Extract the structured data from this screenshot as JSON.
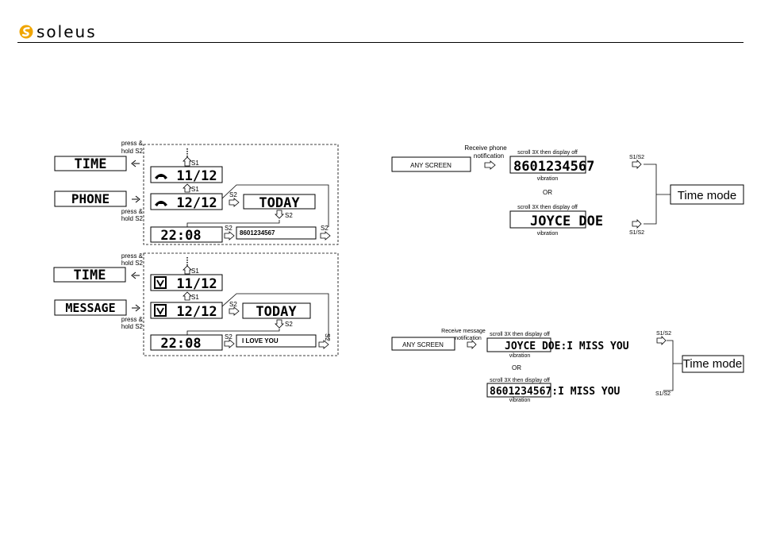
{
  "brand": {
    "name": "soleus"
  },
  "phone_flow": {
    "time_label": "TIME",
    "phone_label": "PHONE",
    "press_hold_top": [
      "press &",
      "hold S2"
    ],
    "press_hold_bottom": [
      "press &",
      "hold S2"
    ],
    "s1": "S1",
    "s1b": "S1",
    "s2_a": "S2",
    "s2_b": "S2",
    "s2_c": "S2",
    "s2_d": "S2",
    "date_1": "11/12",
    "date_2": "12/12",
    "today": "TODAY",
    "time": "22:08",
    "number": "8601234567"
  },
  "message_flow": {
    "time_label": "TIME",
    "message_label": "MESSAGE",
    "press_hold_top": [
      "press &",
      "hold S2"
    ],
    "press_hold_bottom": [
      "press &",
      "hold S2"
    ],
    "s1": "S1",
    "s1b": "S1",
    "s2_a": "S2",
    "s2_b": "S2",
    "s2_c": "S2",
    "s2_d": "S2",
    "date_1": "11/12",
    "date_2": "12/12",
    "today": "TODAY",
    "time": "22:08",
    "message": "I LOVE YOU"
  },
  "phone_notification": {
    "any_screen": "ANY SCREEN",
    "receive": [
      "Receive phone",
      "notification"
    ],
    "scroll_1": "scroll 3X then display off",
    "number": "8601234567",
    "vibration_1": "vibration",
    "or": "OR",
    "scroll_2": "scroll 3X then display off",
    "name": "JOYCE DOE",
    "vibration_2": "vibration",
    "s1s2_top": "S1/S2",
    "s1s2_bottom": "S1/S2",
    "time_mode": "Time mode"
  },
  "message_notification": {
    "any_screen": "ANY SCREEN",
    "receive": [
      "Receive message",
      "notification"
    ],
    "scroll_1": "scroll 3X then display off",
    "text_1": "JOYCE DOE:I MISS YOU",
    "vibration_1": "vibration",
    "or": "OR",
    "scroll_2": "scroll 3X then display off",
    "text_2": "8601234567:I MISS YOU",
    "vibration_2": "vibration",
    "s1s2_top": "S1/S2",
    "s1s2_bottom": "S1/S2",
    "time_mode": "Time mode"
  }
}
